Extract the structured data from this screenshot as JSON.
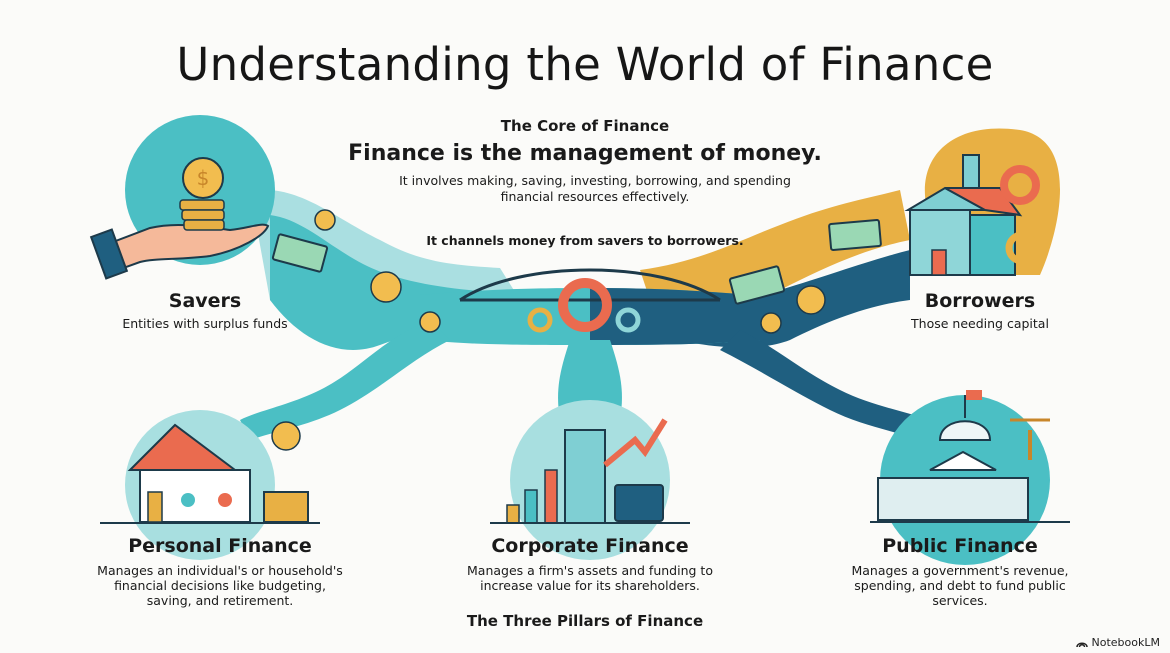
{
  "title": "Understanding the World of Finance",
  "core": {
    "label": "The Core of Finance",
    "headline": "Finance is the management of money.",
    "body": "It involves making, saving, investing, borrowing, and spending financial resources effectively.",
    "channel": "It channels money from savers to borrowers."
  },
  "nodes": {
    "savers": {
      "title": "Savers",
      "subtitle": "Entities with surplus funds",
      "icon": "hand-holding-coins-icon"
    },
    "borrowers": {
      "title": "Borrowers",
      "subtitle": "Those needing capital",
      "icon": "factory-gears-icon"
    },
    "hub": {
      "icon": "bridge-gears-icon"
    }
  },
  "pillars": [
    {
      "title": "Personal Finance",
      "description": "Manages an individual's or household's financial decisions like budgeting, saving, and retirement.",
      "icon": "house-family-icon"
    },
    {
      "title": "Corporate Finance",
      "description": "Manages a firm's assets and funding to increase value for its shareholders.",
      "icon": "skyscraper-growth-icon"
    },
    {
      "title": "Public Finance",
      "description": "Manages a government's revenue, spending, and debt to fund public services.",
      "icon": "capitol-scales-icon"
    }
  ],
  "pillars_caption": "The Three Pillars of Finance",
  "brand": {
    "label": "NotebookLM",
    "icon": "notebooklm-logo-icon"
  },
  "colors": {
    "teal": "#4bbfc4",
    "light_teal": "#a8dfe0",
    "navy": "#1f5f80",
    "gold": "#e8b044",
    "coral": "#ea6b4f",
    "outline": "#1d3a4a"
  }
}
